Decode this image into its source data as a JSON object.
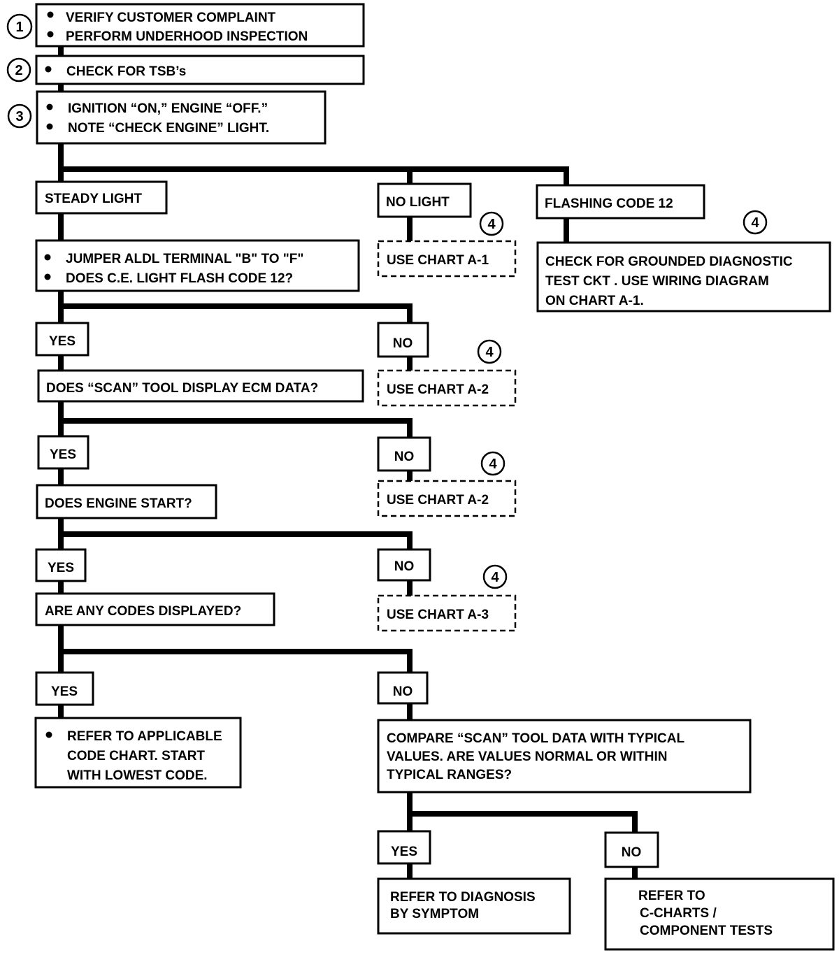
{
  "steps": {
    "s1": {
      "number": "1",
      "lines": [
        "VERIFY CUSTOMER COMPLAINT",
        "PERFORM UNDERHOOD INSPECTION"
      ]
    },
    "s2": {
      "number": "2",
      "lines": [
        "CHECK FOR TSB’s"
      ]
    },
    "s3": {
      "number": "3",
      "lines": [
        "IGNITION “ON,” ENGINE  “OFF.”",
        "NOTE “CHECK ENGINE” LIGHT."
      ]
    }
  },
  "branches": {
    "steady": "STEADY LIGHT",
    "no_light": "NO LIGHT",
    "flashing": "FLASHING CODE 12"
  },
  "chart_ref_number": "4",
  "jumper": {
    "lines": [
      "JUMPER  ALDL TERMINAL  \"B\" TO \"F\"",
      "DOES C.E. LIGHT FLASH CODE 12?"
    ]
  },
  "grounded_check": {
    "lines": [
      "CHECK FOR GROUNDED DIAGNOSTIC",
      "TEST CKT .  USE WIRING DIAGRAM",
      "ON CHART A-1."
    ]
  },
  "charts": {
    "a1": "USE CHART A-1",
    "a2_first": "USE CHART A-2",
    "a2_second": "USE CHART A-2",
    "a3": "USE CHART A-3"
  },
  "answers": {
    "yes": "YES",
    "no": "NO"
  },
  "questions": {
    "scan": "DOES “SCAN” TOOL DISPLAY ECM DATA?",
    "engine": "DOES ENGINE START?",
    "codes": "ARE ANY CODES DISPLAYED?"
  },
  "refer_code": {
    "lines": [
      "REFER TO APPLICABLE",
      "CODE CHART.  START",
      "WITH LOWEST CODE."
    ]
  },
  "compare": {
    "lines": [
      "COMPARE “SCAN” TOOL DATA WITH TYPICAL",
      "VALUES.  ARE VALUES NORMAL OR WITHIN",
      "TYPICAL RANGES?"
    ]
  },
  "symptom": {
    "lines": [
      "REFER TO DIAGNOSIS",
      "BY SYMPTOM"
    ]
  },
  "c_charts": {
    "lines": [
      "REFER TO",
      "C-CHARTS /",
      "COMPONENT TESTS"
    ]
  }
}
